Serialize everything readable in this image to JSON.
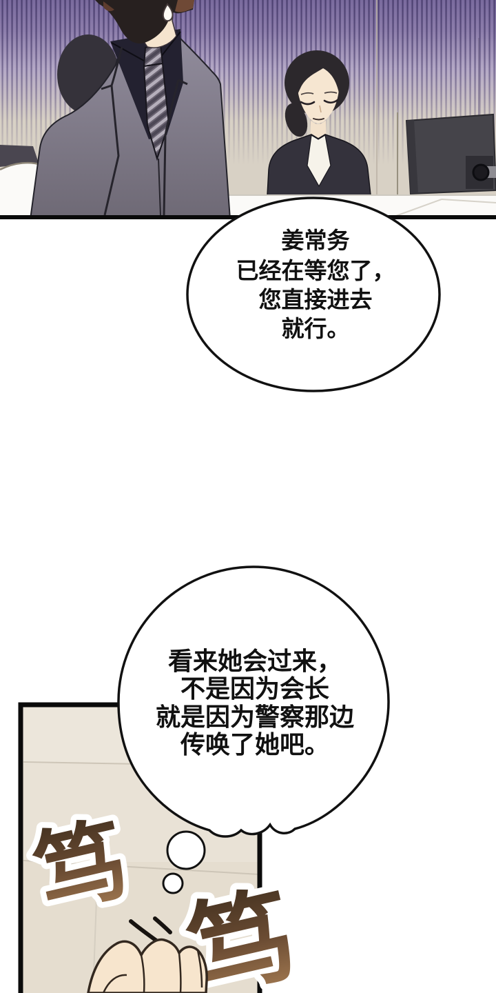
{
  "comic": {
    "bubble1": {
      "lines": [
        "姜常务",
        "已经在等您了，",
        "您直接进去",
        "就行。"
      ]
    },
    "bubble2": {
      "lines": [
        "看来她会过来，",
        "不是因为会长",
        "就是因为警察那边",
        "传唤了她吧。"
      ]
    },
    "sfx": {
      "knock1": "笃",
      "knock2": "笃"
    }
  },
  "colors": {
    "curtain_purple_top": "#7a6b9e",
    "curtain_stripe": "#463a6a",
    "wall_beige": "#d8d1c5",
    "panel_wall": "#ece6db",
    "suit_gray": "#8a8595",
    "shirt_navy": "#232130",
    "blazer_navy": "#34323c",
    "skin": "#f5e4ce",
    "bubble_fill": "#ffffff",
    "bubble_stroke": "#111111",
    "sfx_brown_dark": "#42301f",
    "sfx_brown_mid": "#6b4c33",
    "sfx_brown_light": "#a97f55",
    "sfx_outline": "#ffffff"
  }
}
